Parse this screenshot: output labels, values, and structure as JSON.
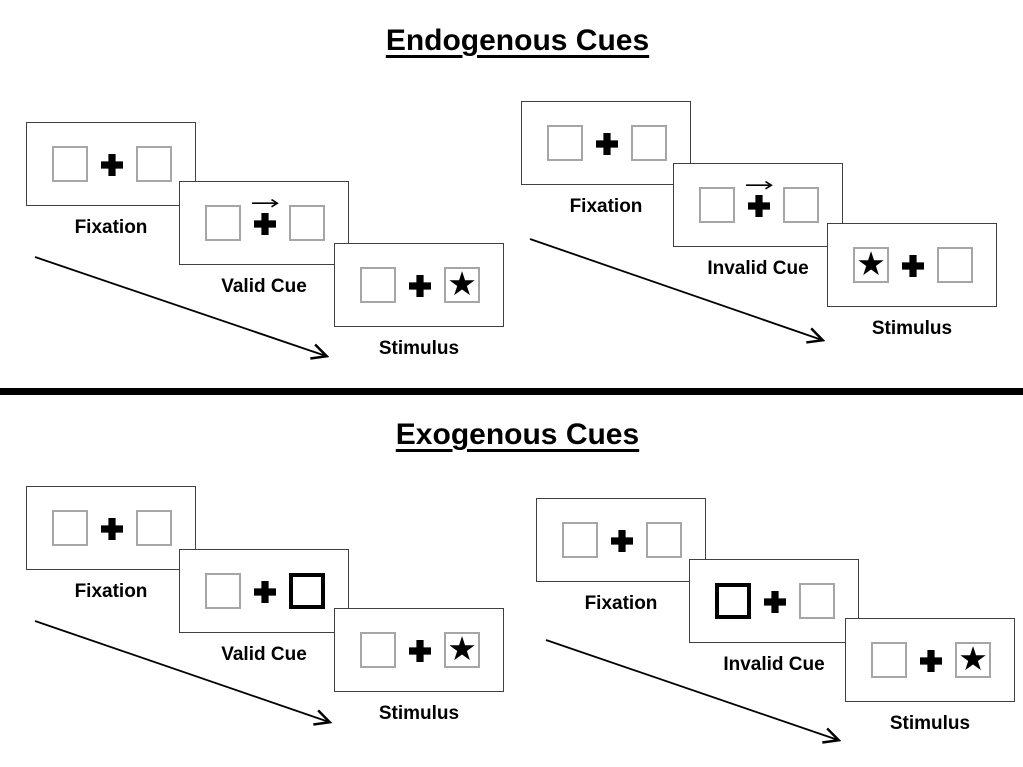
{
  "page_type": "attention-cueing-paradigm-diagram",
  "glyphs": {
    "star": "★",
    "fixation_cross": "+"
  },
  "colors": {
    "background": "#ffffff",
    "ink": "#000000",
    "panel_border": "#404040",
    "box_border": "#a6a6a6",
    "cue_box_border": "#000000",
    "divider": "#000000"
  },
  "sections": [
    {
      "title": "Endogenous Cues",
      "sequences": [
        {
          "name": "valid-trial",
          "steps": [
            {
              "label": "Fixation",
              "left_box": "empty",
              "right_box": "empty"
            },
            {
              "label": "Valid Cue",
              "left_box": "empty",
              "right_box": "empty",
              "cue": "central-arrow-pointing-right"
            },
            {
              "label": "Stimulus",
              "left_box": "empty",
              "right_box": "star"
            }
          ]
        },
        {
          "name": "invalid-trial",
          "steps": [
            {
              "label": "Fixation",
              "left_box": "empty",
              "right_box": "empty"
            },
            {
              "label": "Invalid Cue",
              "left_box": "empty",
              "right_box": "empty",
              "cue": "central-arrow-pointing-right"
            },
            {
              "label": "Stimulus",
              "left_box": "star",
              "right_box": "empty"
            }
          ]
        }
      ]
    },
    {
      "title": "Exogenous Cues",
      "sequences": [
        {
          "name": "valid-trial",
          "steps": [
            {
              "label": "Fixation",
              "left_box": "empty",
              "right_box": "empty"
            },
            {
              "label": "Valid Cue",
              "left_box": "empty",
              "right_box": "highlighted-thick-border"
            },
            {
              "label": "Stimulus",
              "left_box": "empty",
              "right_box": "star"
            }
          ]
        },
        {
          "name": "invalid-trial",
          "steps": [
            {
              "label": "Fixation",
              "left_box": "empty",
              "right_box": "empty"
            },
            {
              "label": "Invalid Cue",
              "left_box": "highlighted-thick-border",
              "right_box": "empty"
            },
            {
              "label": "Stimulus",
              "left_box": "empty",
              "right_box": "star"
            }
          ]
        }
      ]
    }
  ]
}
